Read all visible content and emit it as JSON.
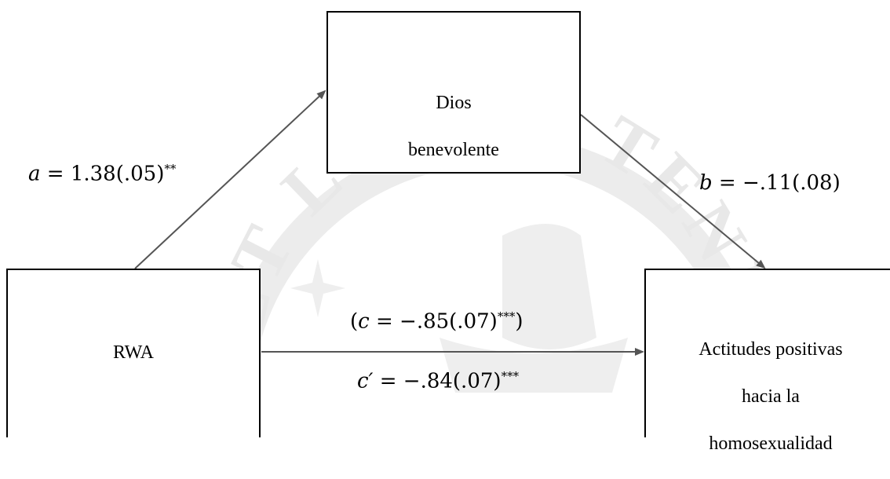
{
  "boxes": {
    "mediator": {
      "line1": "Dios",
      "line2": "benevolente"
    },
    "predictor": {
      "label": "RWA"
    },
    "outcome": {
      "line1": "Actitudes positivas",
      "line2": "hacia la",
      "line3": "homosexualidad"
    }
  },
  "paths": {
    "a": {
      "symbol": "a",
      "eq": " = 1.38(.05)",
      "sig": "**"
    },
    "b": {
      "symbol": "b",
      "eq": " = −.11(.08)",
      "sig": ""
    },
    "c": {
      "open": "(",
      "symbol": "c",
      "eq": " = −.85(.07)",
      "sig": "***",
      "close": ")"
    },
    "c_prime": {
      "symbol": "c′",
      "eq": " = −.84(.07)",
      "sig": "***"
    }
  },
  "watermark": {
    "text": "ET LUX IN TENEBRIS LUCET",
    "color": "#e6e6e6"
  },
  "colors": {
    "arrow": "#555555",
    "border": "#000000"
  }
}
